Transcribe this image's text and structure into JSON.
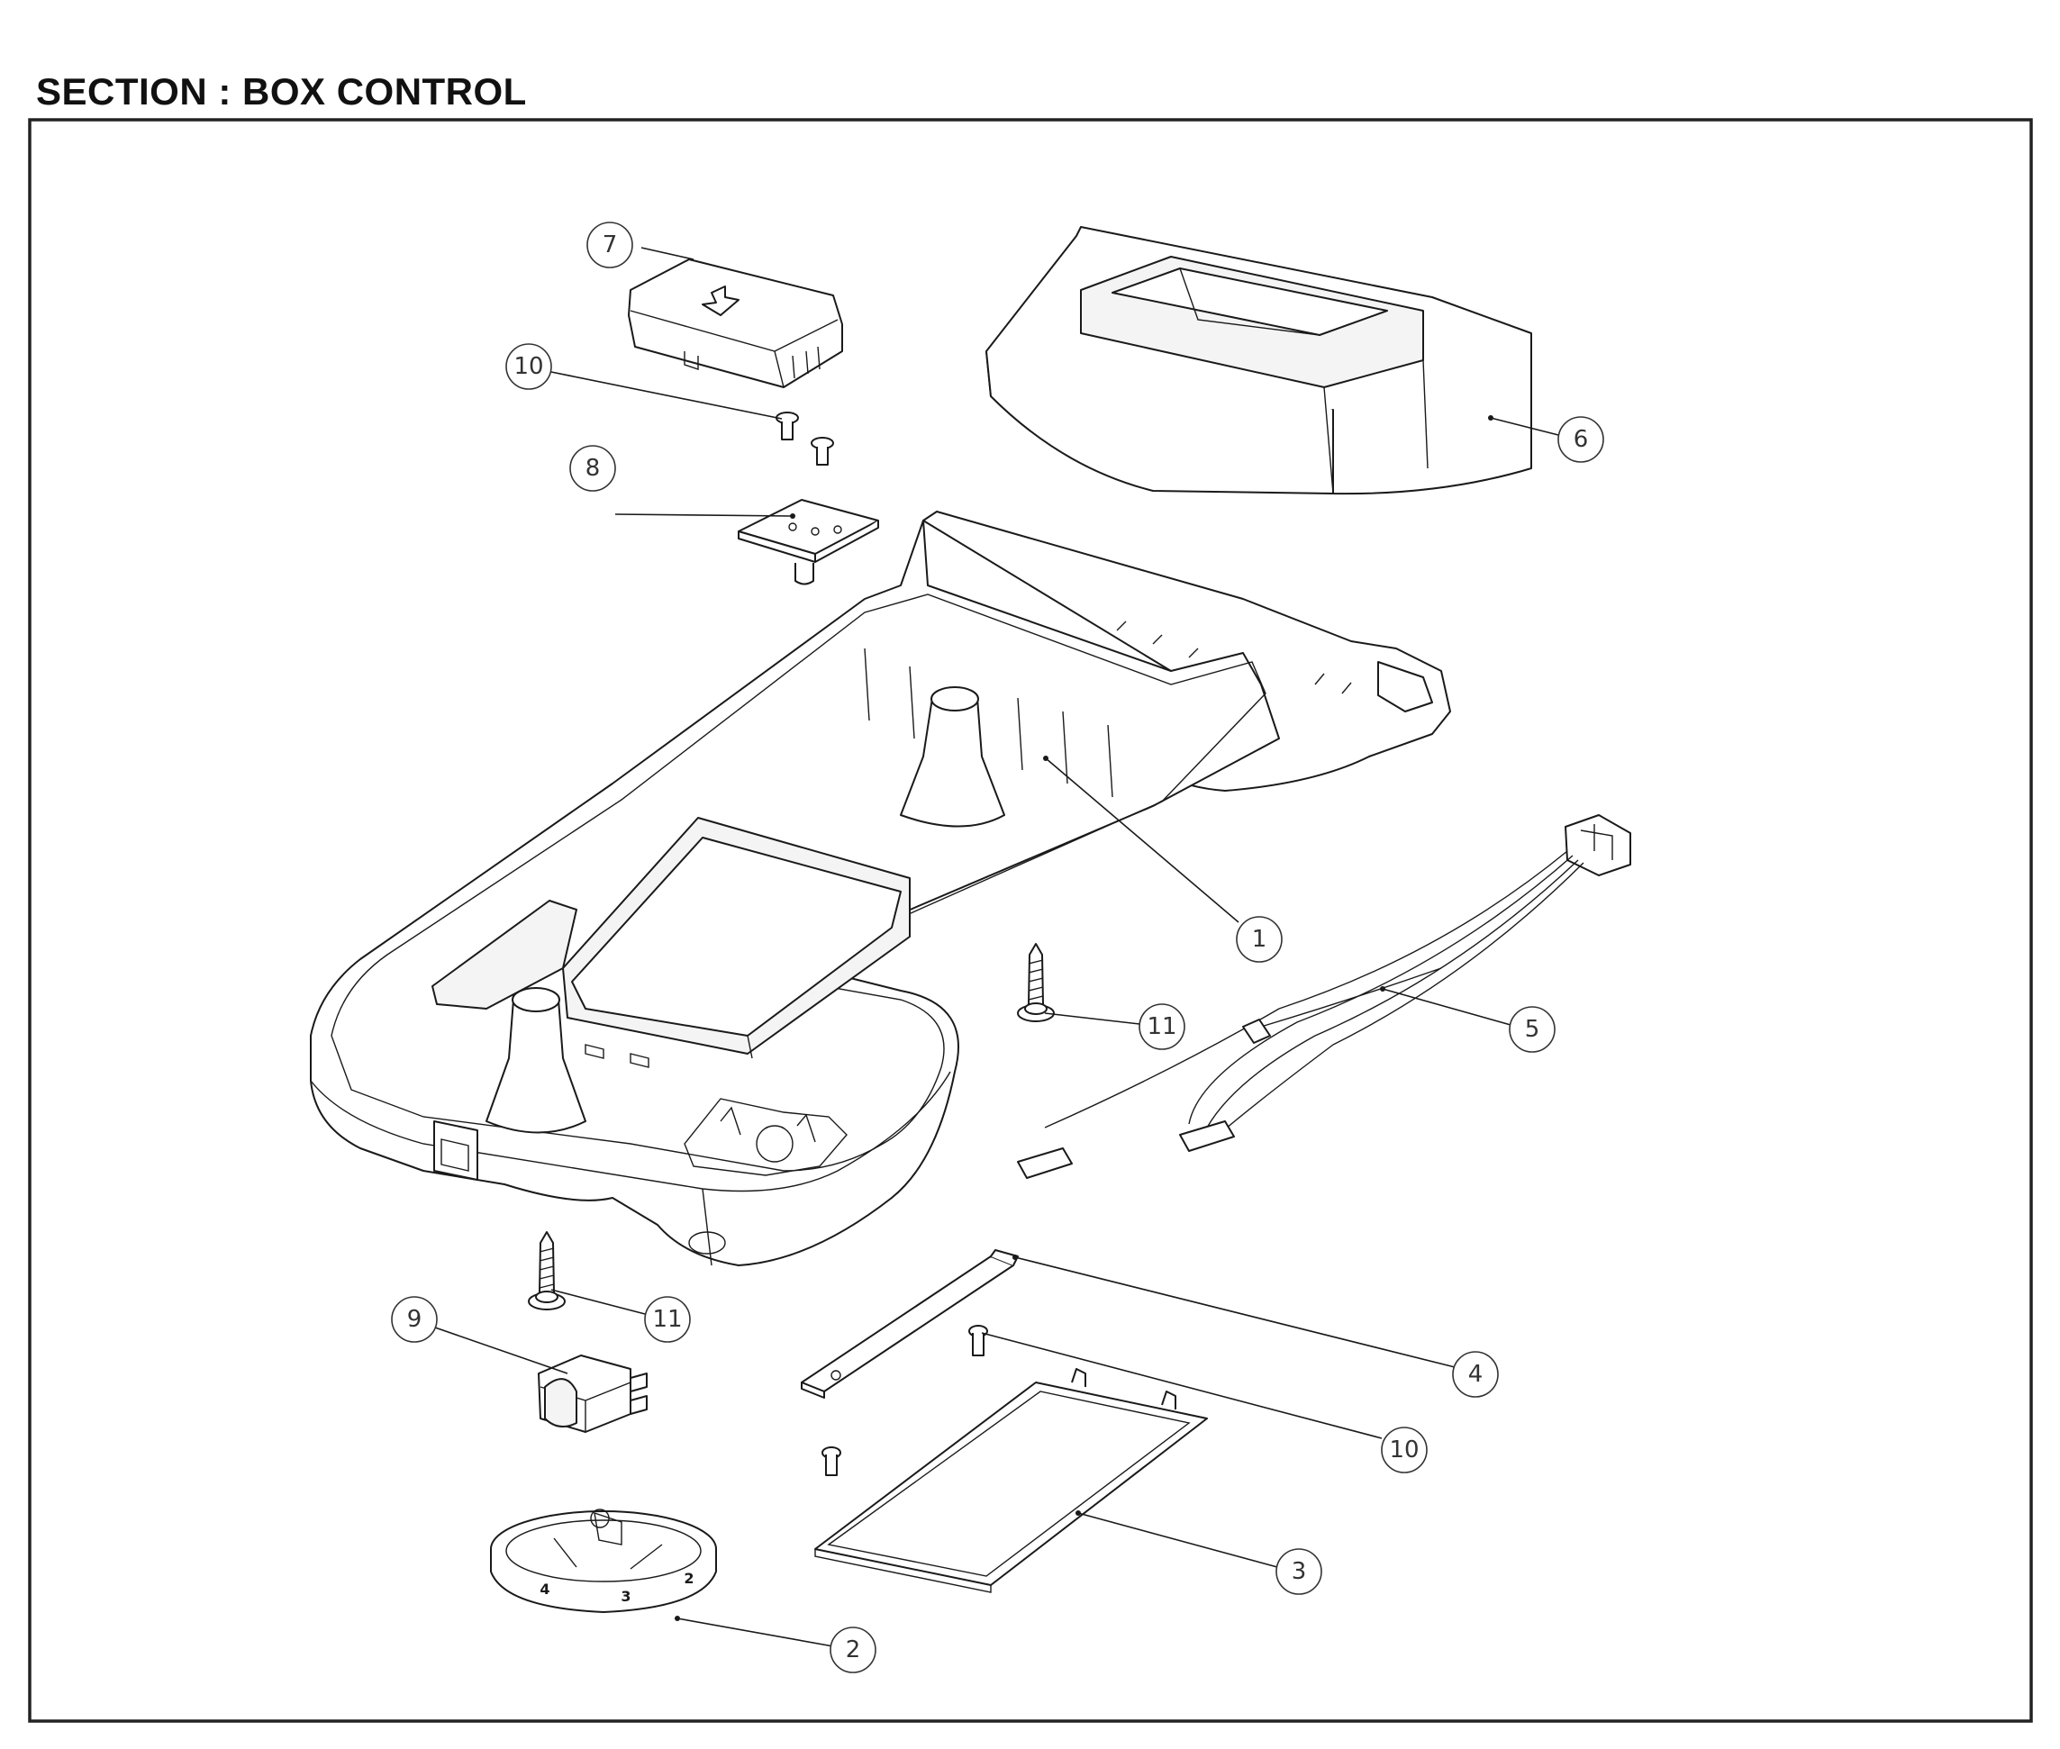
{
  "title": "SECTION : BOX CONTROL",
  "callouts": [
    {
      "id": "c1",
      "label": "1"
    },
    {
      "id": "c2",
      "label": "2"
    },
    {
      "id": "c3",
      "label": "3"
    },
    {
      "id": "c4",
      "label": "4"
    },
    {
      "id": "c5",
      "label": "5"
    },
    {
      "id": "c6",
      "label": "6"
    },
    {
      "id": "c7",
      "label": "7"
    },
    {
      "id": "c8",
      "label": "8"
    },
    {
      "id": "c9",
      "label": "9"
    },
    {
      "id": "c10a",
      "label": "10"
    },
    {
      "id": "c10b",
      "label": "10"
    },
    {
      "id": "c11a",
      "label": "11"
    },
    {
      "id": "c11b",
      "label": "11"
    }
  ],
  "dial_numbers": [
    "4",
    "3",
    "2"
  ]
}
